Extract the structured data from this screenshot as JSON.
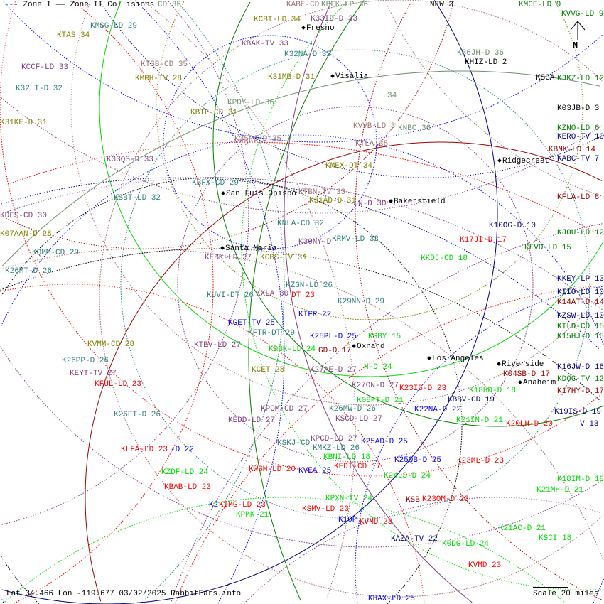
{
  "legend": {
    "zone1": "--- Zone I",
    "zone2": "—— Zone II Collisions"
  },
  "footer": {
    "coords": "Lat 34.466 Lon -119.677 03/02/2025 RabbitEars.info",
    "scale": "Scale 20 miles"
  },
  "north_label": "N",
  "colors": {
    "olive": "#808000",
    "teal": "#2e7f7f",
    "purple": "#7f3f7f",
    "rosy": "#9f6f6f",
    "red": "#ff0000",
    "darkred": "#a00000",
    "blue": "#0000ff",
    "navy": "#000080",
    "green": "#008000",
    "lime": "#00dd00",
    "black": "#000000",
    "graygreen": "#6f8f6f"
  },
  "cities": [
    "Fresno",
    "Visalia",
    "Ridgecrest",
    "San Luis Obispo",
    "Bakersfield",
    "Santa Maria",
    "Los Angeles",
    "Oxnard",
    "Riverside",
    "Anaheim"
  ],
  "stations": [
    {
      "label": "KTAS 34",
      "color": "olive"
    },
    {
      "label": "KMSG-LD 29",
      "color": "teal"
    },
    {
      "label": "CD 36",
      "color": "graygreen"
    },
    {
      "label": "KCCF-LD 33",
      "color": "purple"
    },
    {
      "label": "KTSB-CD 35",
      "color": "rosy"
    },
    {
      "label": "KMPH-TV 28",
      "color": "olive"
    },
    {
      "label": "K32LT-D 32",
      "color": "teal"
    },
    {
      "label": "K31KE-D 31",
      "color": "olive"
    },
    {
      "label": "KBTF-CD 31",
      "color": "olive"
    },
    {
      "label": "KPDY-LD 36",
      "color": "graygreen"
    },
    {
      "label": "K35PJ-D 35",
      "color": "rosy"
    },
    {
      "label": "K33QS-D 33",
      "color": "purple"
    },
    {
      "label": "KBFX-CD 29",
      "color": "teal"
    },
    {
      "label": "KSBT-LD 32",
      "color": "teal"
    },
    {
      "label": "KCBT-LD 34",
      "color": "olive"
    },
    {
      "label": "KBAK-TV 33",
      "color": "purple"
    },
    {
      "label": "K32NA-D 32",
      "color": "teal"
    },
    {
      "label": "K31MB-D 31",
      "color": "olive"
    },
    {
      "label": "KABE-CD",
      "color": "rosy"
    },
    {
      "label": "KBFK-LP 36",
      "color": "graygreen"
    },
    {
      "label": "K33ID-D 33",
      "color": "purple"
    },
    {
      "label": "NEW 3",
      "color": "black"
    },
    {
      "label": "KMCF-LD 9",
      "color": "green"
    },
    {
      "label": "KVVG-LD 9",
      "color": "green"
    },
    {
      "label": "K36JH-D 36",
      "color": "graygreen"
    },
    {
      "label": "KHIZ-LD 2",
      "color": "black"
    },
    {
      "label": "KSGA",
      "color": "black"
    },
    {
      "label": "KJKZ-LD 12",
      "color": "green"
    },
    {
      "label": "K03JB-D 3",
      "color": "black"
    },
    {
      "label": "KZNO-LD 6",
      "color": "green"
    },
    {
      "label": "KERO-TV 10",
      "color": "navy"
    },
    {
      "label": "KBNK-LD 14",
      "color": "darkred"
    },
    {
      "label": "KABC-TV 7",
      "color": "navy"
    },
    {
      "label": "KFLA-LD 8",
      "color": "darkred"
    },
    {
      "label": "34",
      "color": "graygreen"
    },
    {
      "label": "KVVB-LD 3",
      "color": "rosy"
    },
    {
      "label": "KNBC 36",
      "color": "graygreen"
    },
    {
      "label": "KTLA 35",
      "color": "rosy"
    },
    {
      "label": "KMEX-DT 34",
      "color": "olive"
    },
    {
      "label": "KTBN-TV 33",
      "color": "rosy"
    },
    {
      "label": "K31AD-D 31",
      "color": "olive"
    },
    {
      "label": "N-D 30",
      "color": "purple"
    },
    {
      "label": "KNLA-CD 32",
      "color": "teal"
    },
    {
      "label": "K30NY-D",
      "color": "purple"
    },
    {
      "label": "KRMV-LD 32",
      "color": "teal"
    },
    {
      "label": "KEBK-LD 27",
      "color": "purple"
    },
    {
      "label": "KCBS-TV 31",
      "color": "olive"
    },
    {
      "label": "KUVI-DT 26",
      "color": "teal"
    },
    {
      "label": "KXLA 30",
      "color": "purple"
    },
    {
      "label": "DT 23",
      "color": "red"
    },
    {
      "label": "KZGN-LD 26",
      "color": "teal"
    },
    {
      "label": "KIFR 22",
      "color": "blue"
    },
    {
      "label": "K29NN-D 29",
      "color": "teal"
    },
    {
      "label": "KGET-TV 25",
      "color": "blue"
    },
    {
      "label": "KFTR-DT 29",
      "color": "teal"
    },
    {
      "label": "K25PL-D 25",
      "color": "blue"
    },
    {
      "label": "KSBY 15",
      "color": "lime"
    },
    {
      "label": "KTBV-LD 27",
      "color": "purple"
    },
    {
      "label": "KDBK-LD 24",
      "color": "lime"
    },
    {
      "label": "GD-D 17",
      "color": "darkred"
    },
    {
      "label": "KCET 28",
      "color": "olive"
    },
    {
      "label": "K27AE-D 27",
      "color": "purple"
    },
    {
      "label": "N-D 24",
      "color": "lime"
    },
    {
      "label": "K27ON-D 27",
      "color": "purple"
    },
    {
      "label": "K23IS-D 23",
      "color": "red"
    },
    {
      "label": "K08PT-D 21",
      "color": "lime"
    },
    {
      "label": "K26MW-D 26",
      "color": "teal"
    },
    {
      "label": "KSCD-LD 27",
      "color": "purple"
    },
    {
      "label": "KPOM-CD 27",
      "color": "purple"
    },
    {
      "label": "KEDD-LD 27",
      "color": "purple"
    },
    {
      "label": "K10OG-D 10",
      "color": "navy"
    },
    {
      "label": "K17JI-D 17",
      "color": "red"
    },
    {
      "label": "KKDJ-CD 18",
      "color": "lime"
    },
    {
      "label": "KFVD-LD 15",
      "color": "green"
    },
    {
      "label": "KJOU-LD 12",
      "color": "green"
    },
    {
      "label": "KKEY-LP 13",
      "color": "navy"
    },
    {
      "label": "KIIO-LD 10",
      "color": "navy"
    },
    {
      "label": "K14AT-D 14",
      "color": "darkred"
    },
    {
      "label": "KZSW-LD 10",
      "color": "navy"
    },
    {
      "label": "KTLD-CD 15",
      "color": "green"
    },
    {
      "label": "K15HJ-D 15",
      "color": "green"
    },
    {
      "label": "KDFS-CD 30",
      "color": "purple"
    },
    {
      "label": "K07AAN-D 28",
      "color": "olive"
    },
    {
      "label": "KQMM-CD 29",
      "color": "teal"
    },
    {
      "label": "K26MT-D 26",
      "color": "teal"
    },
    {
      "label": "KVMM-CD 28",
      "color": "olive"
    },
    {
      "label": "K26PP-D 26",
      "color": "teal"
    },
    {
      "label": "KEYT-TV 27",
      "color": "purple"
    },
    {
      "label": "KFUL-LD 23",
      "color": "red"
    },
    {
      "label": "K26FT-D 26",
      "color": "teal"
    },
    {
      "label": "K18HD-D 18",
      "color": "lime"
    },
    {
      "label": "K04SB-D 17",
      "color": "darkred"
    },
    {
      "label": "KBBV-CD 19",
      "color": "navy"
    },
    {
      "label": "K22NA-D 22",
      "color": "blue"
    },
    {
      "label": "K16JW-D 16",
      "color": "navy"
    },
    {
      "label": "KDOC-TV 12",
      "color": "green"
    },
    {
      "label": "K17HY-D 17",
      "color": "darkred"
    },
    {
      "label": "K21IN-D 21",
      "color": "lime"
    },
    {
      "label": "K20LH-D 20",
      "color": "red"
    },
    {
      "label": "K19IS-D 19",
      "color": "navy"
    },
    {
      "label": "V 13",
      "color": "navy"
    },
    {
      "label": "KLFA-LD 23",
      "color": "red"
    },
    {
      "label": "-D 22",
      "color": "blue"
    },
    {
      "label": "KZDF-LD 24",
      "color": "lime"
    },
    {
      "label": "KBAB-LD 23",
      "color": "red"
    },
    {
      "label": "K2",
      "color": "blue"
    },
    {
      "label": "KIMG-LD 23",
      "color": "red"
    },
    {
      "label": "KPMK 21",
      "color": "lime"
    },
    {
      "label": "KWSM-LD 20",
      "color": "red"
    },
    {
      "label": "KSKJ-CD",
      "color": "teal"
    },
    {
      "label": "KPCD-LD 27",
      "color": "purple"
    },
    {
      "label": "K25AD-D 25",
      "color": "blue"
    },
    {
      "label": "KMKZ-LD 26",
      "color": "teal"
    },
    {
      "label": "KBNI-LD 18",
      "color": "lime"
    },
    {
      "label": "KEDI-CD 17",
      "color": "red"
    },
    {
      "label": "KVEA 25",
      "color": "blue"
    },
    {
      "label": "K25QB-D 25",
      "color": "blue"
    },
    {
      "label": "K23ML-D 23",
      "color": "red"
    },
    {
      "label": "K24LS-D 24",
      "color": "lime"
    },
    {
      "label": "KPXN-TV 24",
      "color": "lime"
    },
    {
      "label": "KSMV-LD 23",
      "color": "red"
    },
    {
      "label": "KSB",
      "color": "darkred"
    },
    {
      "label": "K23OM-D 23",
      "color": "red"
    },
    {
      "label": "K10P",
      "color": "blue"
    },
    {
      "label": "KVMD 23",
      "color": "red"
    },
    {
      "label": "KAZA-TV 22",
      "color": "navy"
    },
    {
      "label": "K0DG-LD 24",
      "color": "lime"
    },
    {
      "label": "K21AC-D 21",
      "color": "lime"
    },
    {
      "label": "KSCI 18",
      "color": "lime"
    },
    {
      "label": "KVMD 23",
      "color": "red"
    },
    {
      "label": "K18IM-D 18",
      "color": "lime"
    },
    {
      "label": "K21MH-D 21",
      "color": "lime"
    },
    {
      "label": "KHAX-LD 25",
      "color": "blue"
    }
  ]
}
